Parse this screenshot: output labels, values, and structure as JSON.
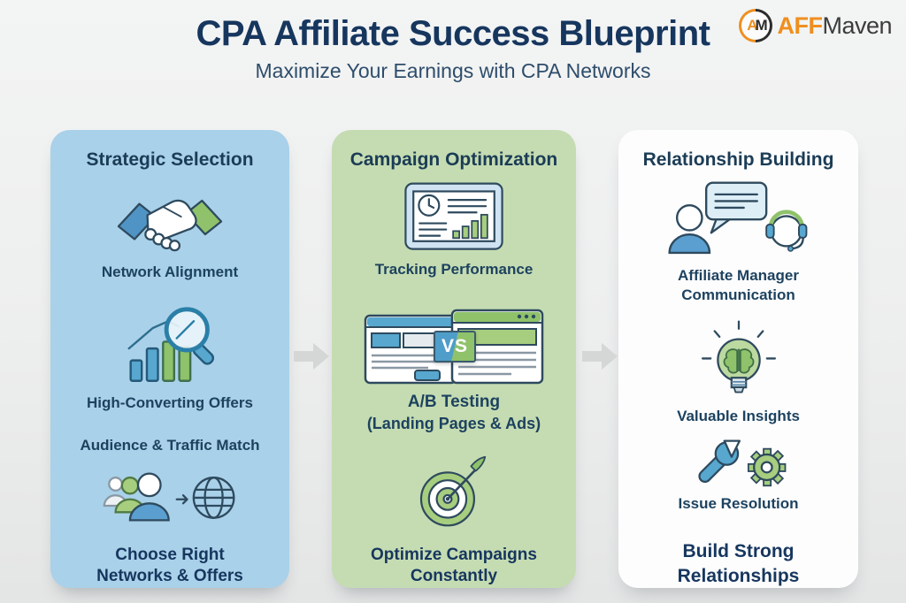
{
  "header": {
    "title": "CPA Affiliate Success Blueprint",
    "subtitle": "Maximize Your Earnings with CPA Networks"
  },
  "logo": {
    "monogram_a": "A",
    "monogram_m": "M",
    "brand_bold": "AFF",
    "brand_rest": "Maven"
  },
  "flow": {
    "arrow_icon": "right-arrow-icon",
    "arrow_color": "#d5d6d6"
  },
  "colors": {
    "title_navy": "#16365e",
    "card_blue": "#a9d1e9",
    "card_green": "#c5dcb2",
    "card_white": "#fdfdfe",
    "accent_blue": "#57a7cf",
    "accent_green": "#8fc26a",
    "logo_orange": "#ef8f1f",
    "outline_slate": "#2e4a5e"
  },
  "columns": [
    {
      "title": "Strategic Selection",
      "items": [
        {
          "icon": "handshake-icon",
          "label": "Network Alignment"
        },
        {
          "icon": "magnifier-chart-icon",
          "label": "High-Converting Offers"
        },
        {
          "icon": "audience-globe-icon",
          "label": "Audience & Traffic Match"
        }
      ],
      "footer_line1": "Choose Right",
      "footer_line2": "Networks & Offers"
    },
    {
      "title": "Campaign Optimization",
      "items": [
        {
          "icon": "dashboard-icon",
          "label": "Tracking Performance"
        },
        {
          "icon": "ab-testing-icon",
          "label": "A/B Testing",
          "sublabel": "(Landing Pages & Ads)",
          "vs": "VS"
        },
        {
          "icon": "target-icon"
        }
      ],
      "footer_line1": "Optimize Campaigns",
      "footer_line2": "Constantly"
    },
    {
      "title": "Relationship Building",
      "items": [
        {
          "icon": "communication-icon",
          "label": "Affiliate Manager",
          "sublabel": "Communication"
        },
        {
          "icon": "insight-bulb-icon",
          "label": "Valuable Insights"
        },
        {
          "icon": "wrench-gear-icon",
          "label": "Issue Resolution"
        }
      ],
      "footer_line1": "Build Strong",
      "footer_line2": "Relationships"
    }
  ]
}
